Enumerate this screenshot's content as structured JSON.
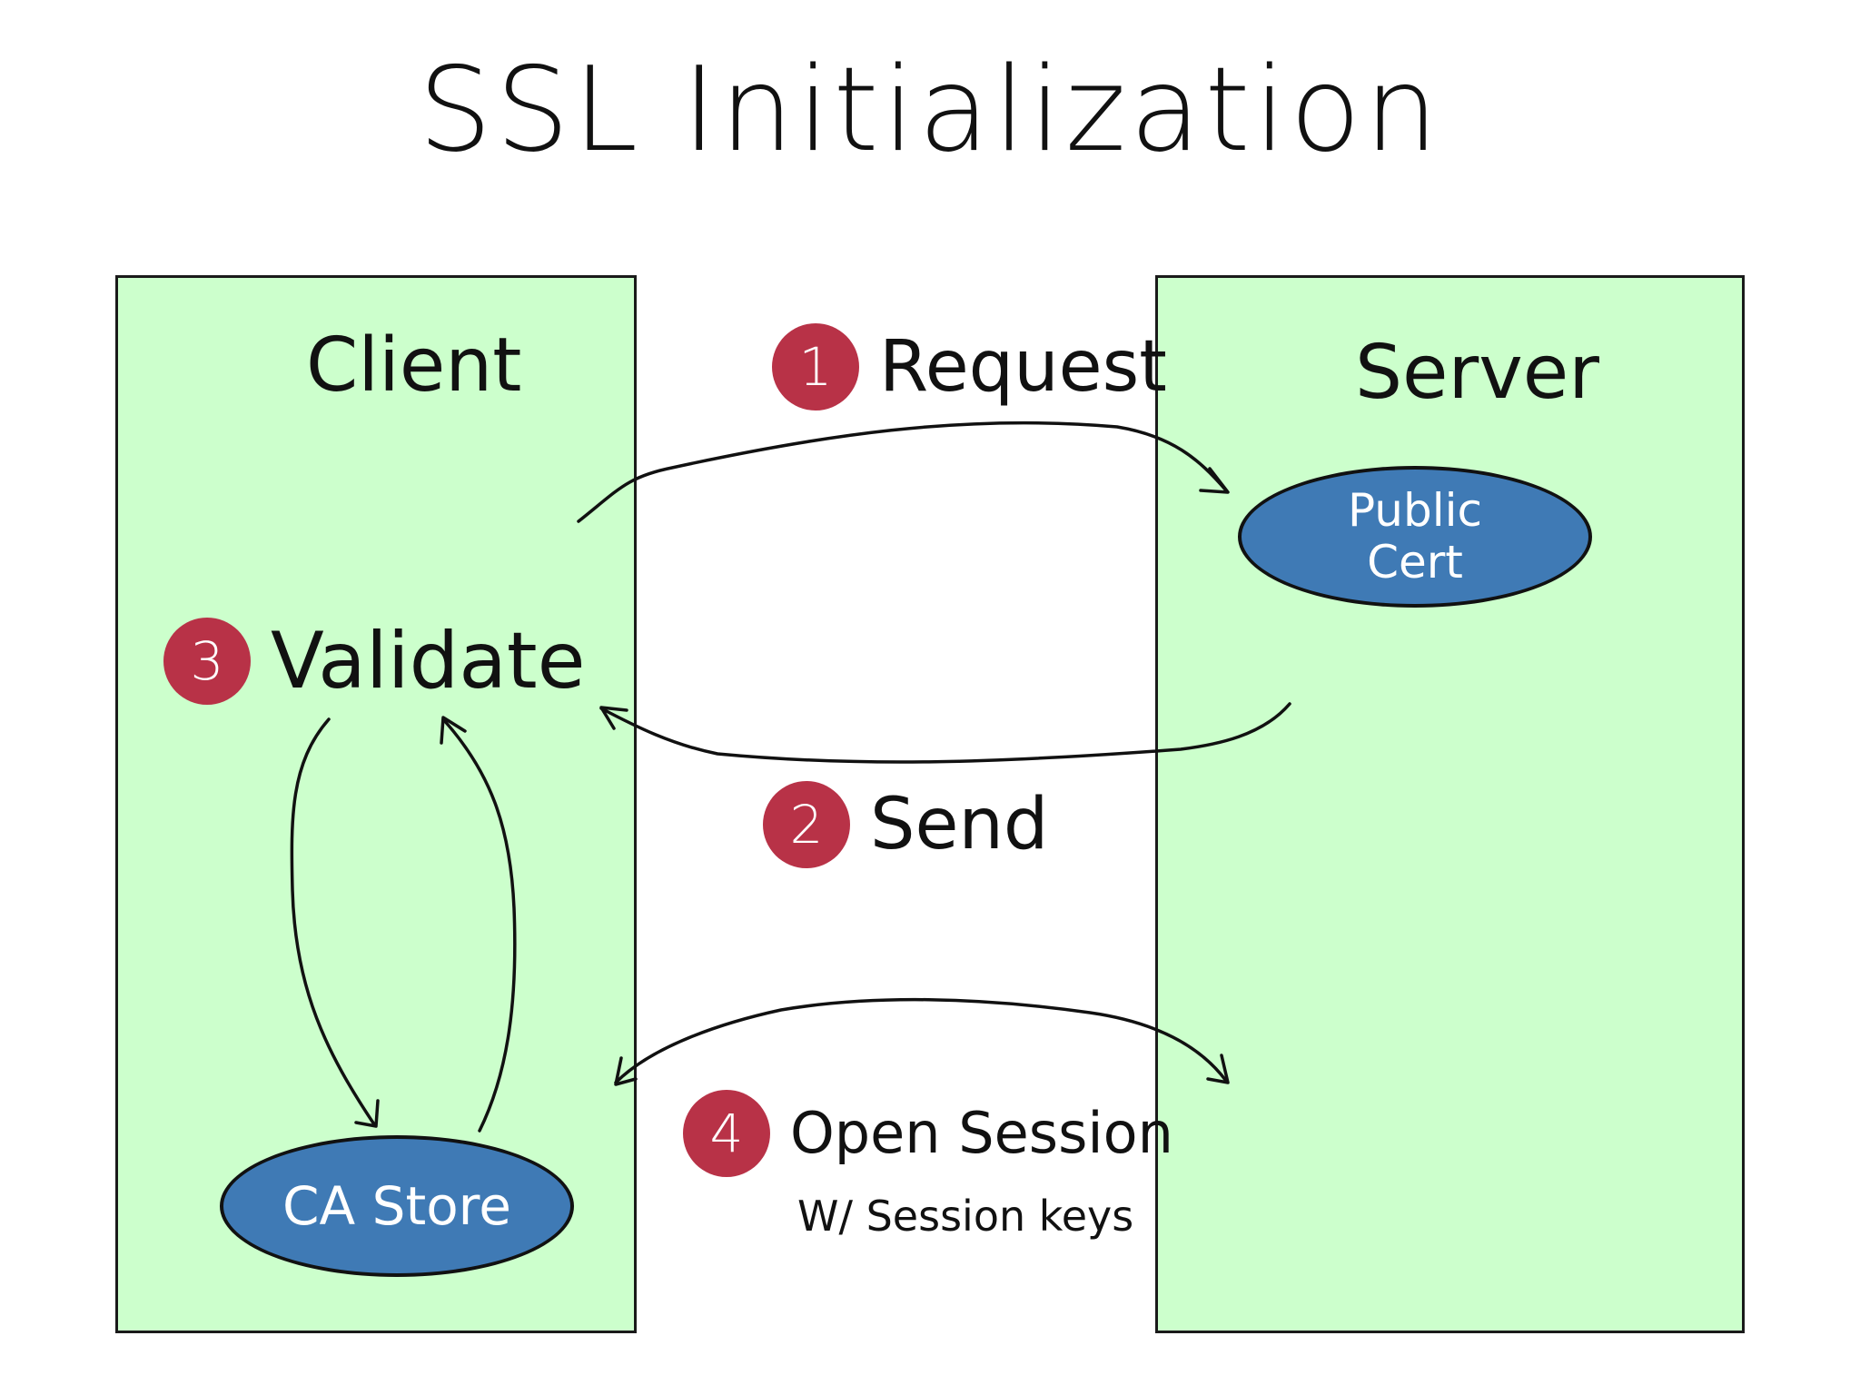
{
  "title": "SSL Initialization",
  "client": {
    "label": "Client",
    "ca_store_label": "CA Store"
  },
  "server": {
    "label": "Server",
    "cert_line1": "Public",
    "cert_line2": "Cert"
  },
  "steps": [
    {
      "number": "1",
      "label": "Request"
    },
    {
      "number": "2",
      "label": "Send"
    },
    {
      "number": "3",
      "label": "Validate"
    },
    {
      "number": "4",
      "label": "Open Session",
      "sublabel": "W/ Session keys"
    }
  ],
  "colors": {
    "panel_fill": "#ccffcc",
    "node_fill": "#3f7ab5",
    "badge_fill": "#b83247"
  }
}
